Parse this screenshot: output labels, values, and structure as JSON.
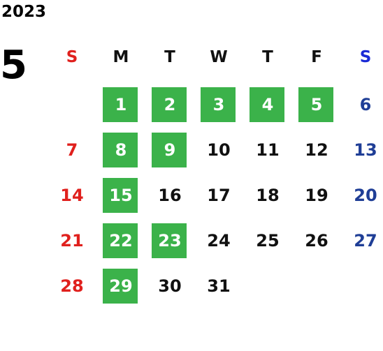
{
  "year": "2023",
  "month": "5",
  "weekdays": [
    "S",
    "M",
    "T",
    "W",
    "T",
    "F",
    "S"
  ],
  "weeks": [
    [
      "",
      "1",
      "2",
      "3",
      "4",
      "5",
      "6"
    ],
    [
      "7",
      "8",
      "9",
      "10",
      "11",
      "12",
      "13"
    ],
    [
      "14",
      "15",
      "16",
      "17",
      "18",
      "19",
      "20"
    ],
    [
      "21",
      "22",
      "23",
      "24",
      "25",
      "26",
      "27"
    ],
    [
      "28",
      "29",
      "30",
      "31",
      "",
      "",
      ""
    ]
  ],
  "highlighted_days": [
    "1",
    "2",
    "3",
    "4",
    "5",
    "8",
    "9",
    "15",
    "22",
    "23",
    "29"
  ],
  "colors": {
    "highlight": "#3bb24a",
    "sunday": "#e0201d",
    "saturday": "#1f3e96",
    "saturday_header": "#1a2ad6",
    "weekday": "#111111"
  }
}
